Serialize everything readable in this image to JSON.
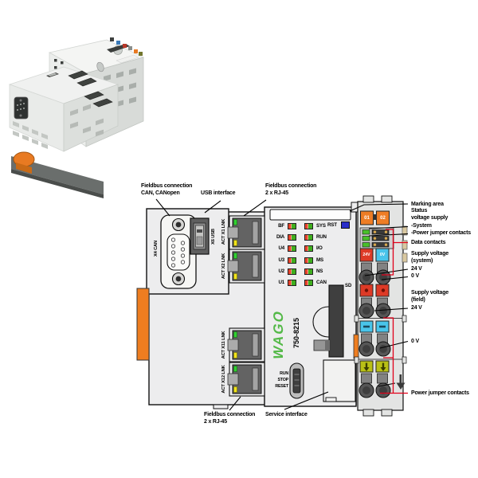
{
  "callouts": {
    "fieldbus_can": "Fieldbus connection\nCAN, CANopen",
    "usb": "USB interface",
    "fieldbus_top": "Fieldbus connection\n2 x RJ-45",
    "marking_area": "Marking area",
    "status_block": "Status\nvoltage supply\n-System\n-Power jumper contacts",
    "data_contacts": "Data contacts",
    "supply_system": "Supply voltage\n(system)\n24 V\n0 V",
    "supply_field": "Supply voltage\n(field)\n24 V",
    "field_zero_v": "0 V",
    "power_jumper": "Power jumper contacts",
    "fieldbus_bottom": "Fieldbus connection\n2 x RJ-45",
    "service_interface": "Service interface"
  },
  "device": {
    "brand": "WAGO",
    "model": "750-8215",
    "sd": "SD",
    "mode_switch": "RUN\nSTOP\nRESET",
    "ports": {
      "can": "X4 CAN",
      "usb": "X6 USB",
      "rj45": [
        "ACT X1 LNK",
        "ACT X2 LNK",
        "ACT X11 LNK",
        "ACT X12 LNK"
      ]
    },
    "leds": {
      "reset": "RST",
      "rows": [
        {
          "left": "BF",
          "right": "SYS"
        },
        {
          "left": "DIA",
          "right": "RUN"
        },
        {
          "left": "U4",
          "right": "I/O"
        },
        {
          "left": "U3",
          "right": "MS"
        },
        {
          "left": "U2",
          "right": "NS"
        },
        {
          "left": "U1",
          "right": "CAN"
        }
      ]
    }
  },
  "terminal": {
    "marking": [
      "01",
      "02"
    ],
    "system_supply": {
      "plus": "24V",
      "minus": "0V"
    }
  },
  "colors": {
    "accent_red": "#e2001a",
    "orange": "#ee7d20",
    "supply_red": "#dd3a26",
    "supply_blue": "#49c4ea",
    "earth_green": "#b9c016",
    "wago_green": "#54b948",
    "led_green": "#3fae1e",
    "led_red": "#e8432c",
    "rst_blue": "#2a2ec9"
  }
}
